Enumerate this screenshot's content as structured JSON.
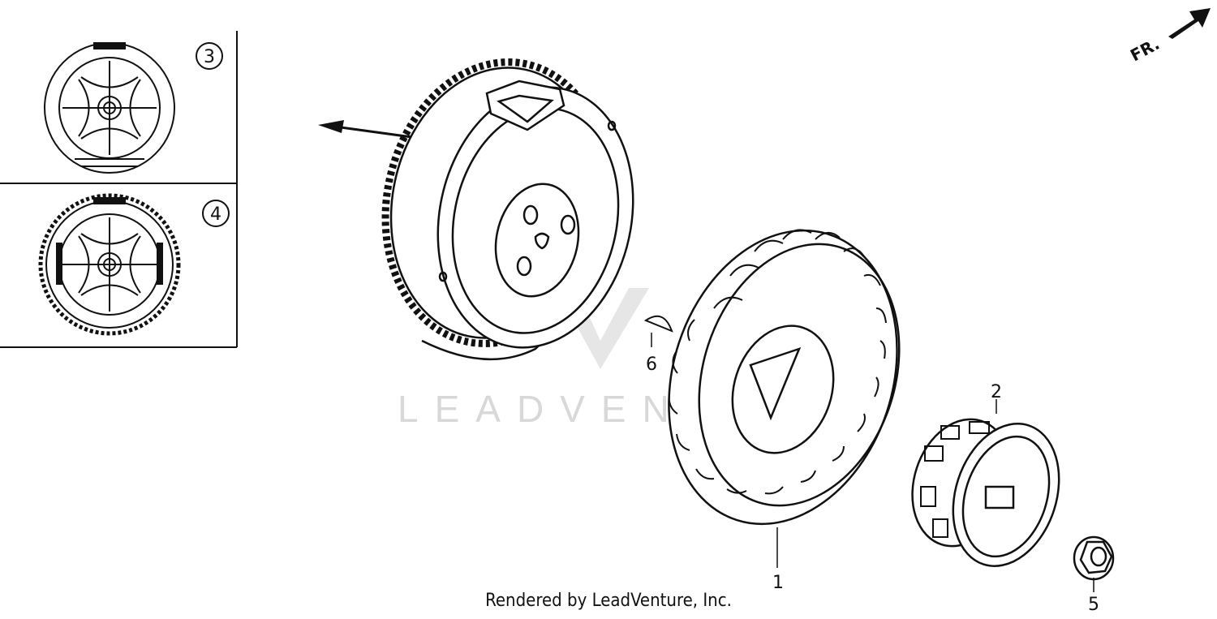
{
  "watermark": {
    "text": "LEADVENTURE"
  },
  "direction": {
    "label": "FR."
  },
  "footer": {
    "text": "Rendered by LeadVenture, Inc."
  },
  "insets": [
    {
      "number": "3"
    },
    {
      "number": "4"
    }
  ],
  "callouts": {
    "p1": "1",
    "p2": "2",
    "p5": "5",
    "p6": "6"
  }
}
